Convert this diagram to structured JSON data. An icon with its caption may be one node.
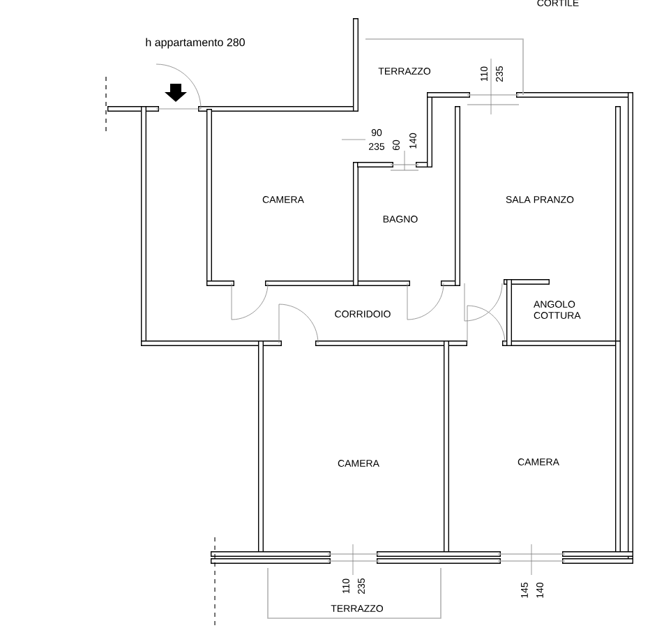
{
  "diagram": {
    "labels": [
      "CORTILE",
      "h appartamento 280",
      "TERRAZZO",
      "110",
      "235",
      "90",
      "235",
      "60",
      "140",
      "CAMERA",
      "SALA PRANZO",
      "BAGNO",
      "CORRIDOIO",
      "ANGOLO COTTURA",
      "CAMERA",
      "CAMERA",
      "110",
      "235",
      "145",
      "140",
      "TERRAZZO"
    ]
  }
}
